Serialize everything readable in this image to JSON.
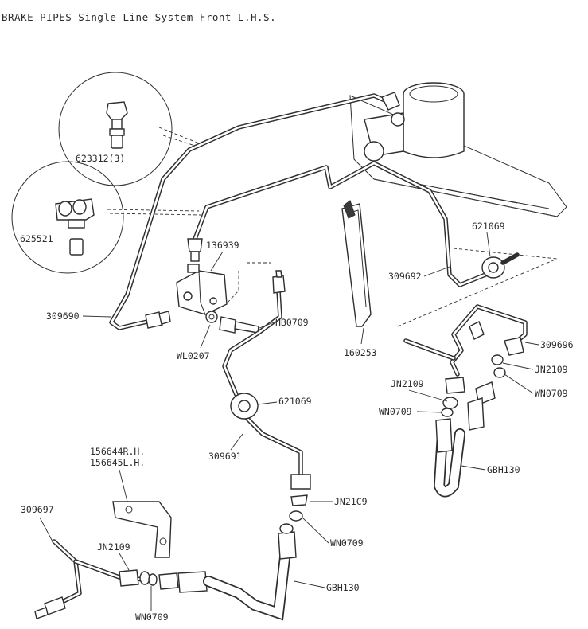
{
  "title": "BRAKE PIPES-Single Line System-Front L.H.S.",
  "labels": {
    "p623312": "623312(3)",
    "p625521": "625521",
    "p136939": "136939",
    "p621069_a": "621069",
    "p309692": "309692",
    "p309690": "309690",
    "pHB0709": "HB0709",
    "pWL0207": "WL0207",
    "p160253": "160253",
    "p309696": "309696",
    "pJN2109_a": "JN2109",
    "pJN2109_b": "JN2109",
    "pWN0709_a": "WN0709",
    "pWN0709_b": "WN0709",
    "p621069_b": "621069",
    "p309691": "309691",
    "pGBH130_a": "GBH130",
    "p156644": "156644R.H.",
    "p156645": "156645L.H.",
    "p309697": "309697",
    "pJN2109_c": "JN2109",
    "pJN21C9": "JN21C9",
    "pWN0709_c": "WN0709",
    "pGBH130_b": "GBH130",
    "pWN0709_d": "WN0709"
  },
  "colors": {
    "line": "#2e2e2e",
    "paper": "#ffffff",
    "text": "#2b2b2b"
  }
}
